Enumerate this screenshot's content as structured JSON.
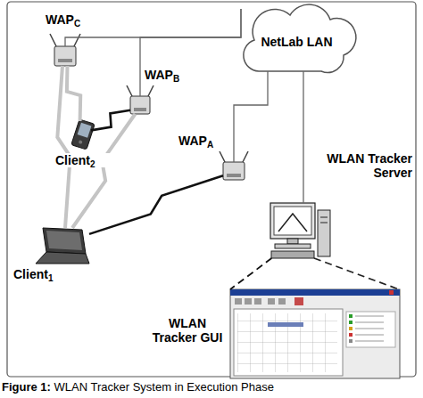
{
  "diagram": {
    "caption": "Figure 1: WLAN Tracker System in Execution Phase",
    "nodes": [
      {
        "text": [
          "WAPC"
        ]
      },
      {
        "text": [
          "NetLab LAN"
        ]
      },
      {
        "text": [
          "WAPB"
        ]
      },
      {
        "text": [
          "Client2"
        ]
      },
      {
        "text": [
          "WAPA"
        ]
      },
      {
        "text": [
          "WLAN Tracker Server"
        ]
      },
      {
        "text": [
          "Client1"
        ]
      },
      {
        "text": [
          "WLAN Tracker GUI"
        ]
      }
    ],
    "edges": [
      {
        "from": 0,
        "to": 1,
        "arrow": "none"
      },
      {
        "from": 2,
        "to": 1,
        "arrow": "none"
      },
      {
        "from": 4,
        "to": 1,
        "arrow": "none"
      },
      {
        "from": 1,
        "to": 5,
        "arrow": "none"
      },
      {
        "from": 5,
        "to": 7,
        "arrow": "none"
      },
      {
        "from": 3,
        "to": 2,
        "arrow": "none"
      },
      {
        "from": 6,
        "to": 4,
        "arrow": "none"
      },
      {
        "from": 6,
        "to": 0,
        "arrow": "none"
      },
      {
        "from": 6,
        "to": 2,
        "arrow": "none"
      },
      {
        "from": 3,
        "to": 0,
        "arrow": "none"
      }
    ]
  }
}
